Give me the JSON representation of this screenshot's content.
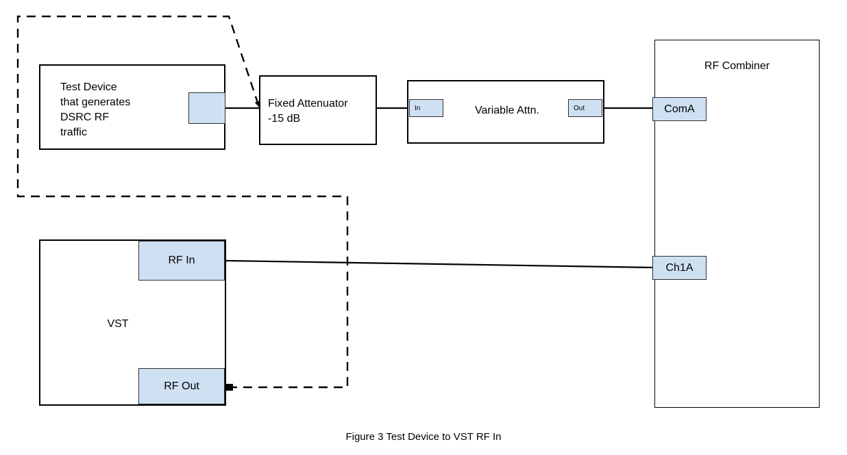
{
  "figure": {
    "caption": "Figure 3 Test Device to VST RF In",
    "accent_fill": "#cfe0f3",
    "line_color": "#000000"
  },
  "blocks": {
    "test_device": {
      "label_line1": "Test Device",
      "label_line2": "that generates",
      "label_line3": "DSRC RF",
      "label_line4": "traffic",
      "port_label": ""
    },
    "fixed_attenuator": {
      "label_line1": "Fixed Attenuator",
      "label_line2": "-15 dB"
    },
    "variable_attenuator": {
      "label": "Variable Attn.",
      "port_in": "In",
      "port_out": "Out"
    },
    "rf_combiner": {
      "title": "RF Combiner",
      "port_coma": "ComA",
      "port_ch1a": "Ch1A"
    },
    "vst": {
      "label": "VST",
      "port_rf_in": "RF In",
      "port_rf_out": "RF Out"
    }
  }
}
